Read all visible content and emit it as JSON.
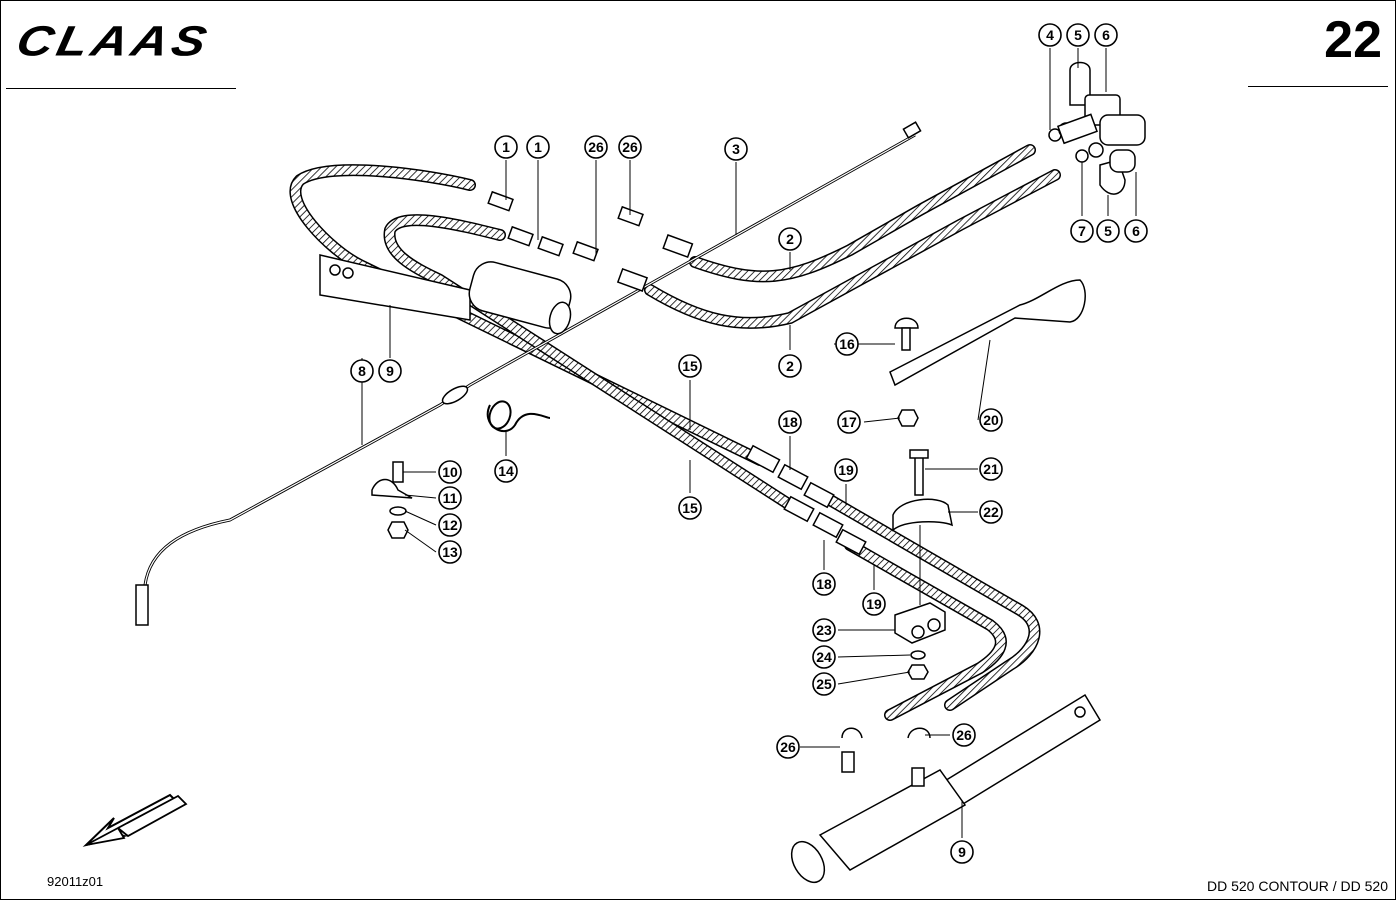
{
  "header": {
    "logo_text": "CLAAS",
    "page_number": "22"
  },
  "footer": {
    "drawing_id": "92011z01",
    "model": "DD 520 CONTOUR / DD 520"
  },
  "callouts": [
    "1",
    "1",
    "26",
    "26",
    "3",
    "2",
    "2",
    "8",
    "9",
    "10",
    "11",
    "12",
    "13",
    "14",
    "15",
    "15",
    "18",
    "18",
    "19",
    "19",
    "16",
    "17",
    "20",
    "21",
    "22",
    "23",
    "24",
    "25",
    "26",
    "26",
    "9",
    "4",
    "5",
    "6",
    "7",
    "5",
    "6"
  ]
}
